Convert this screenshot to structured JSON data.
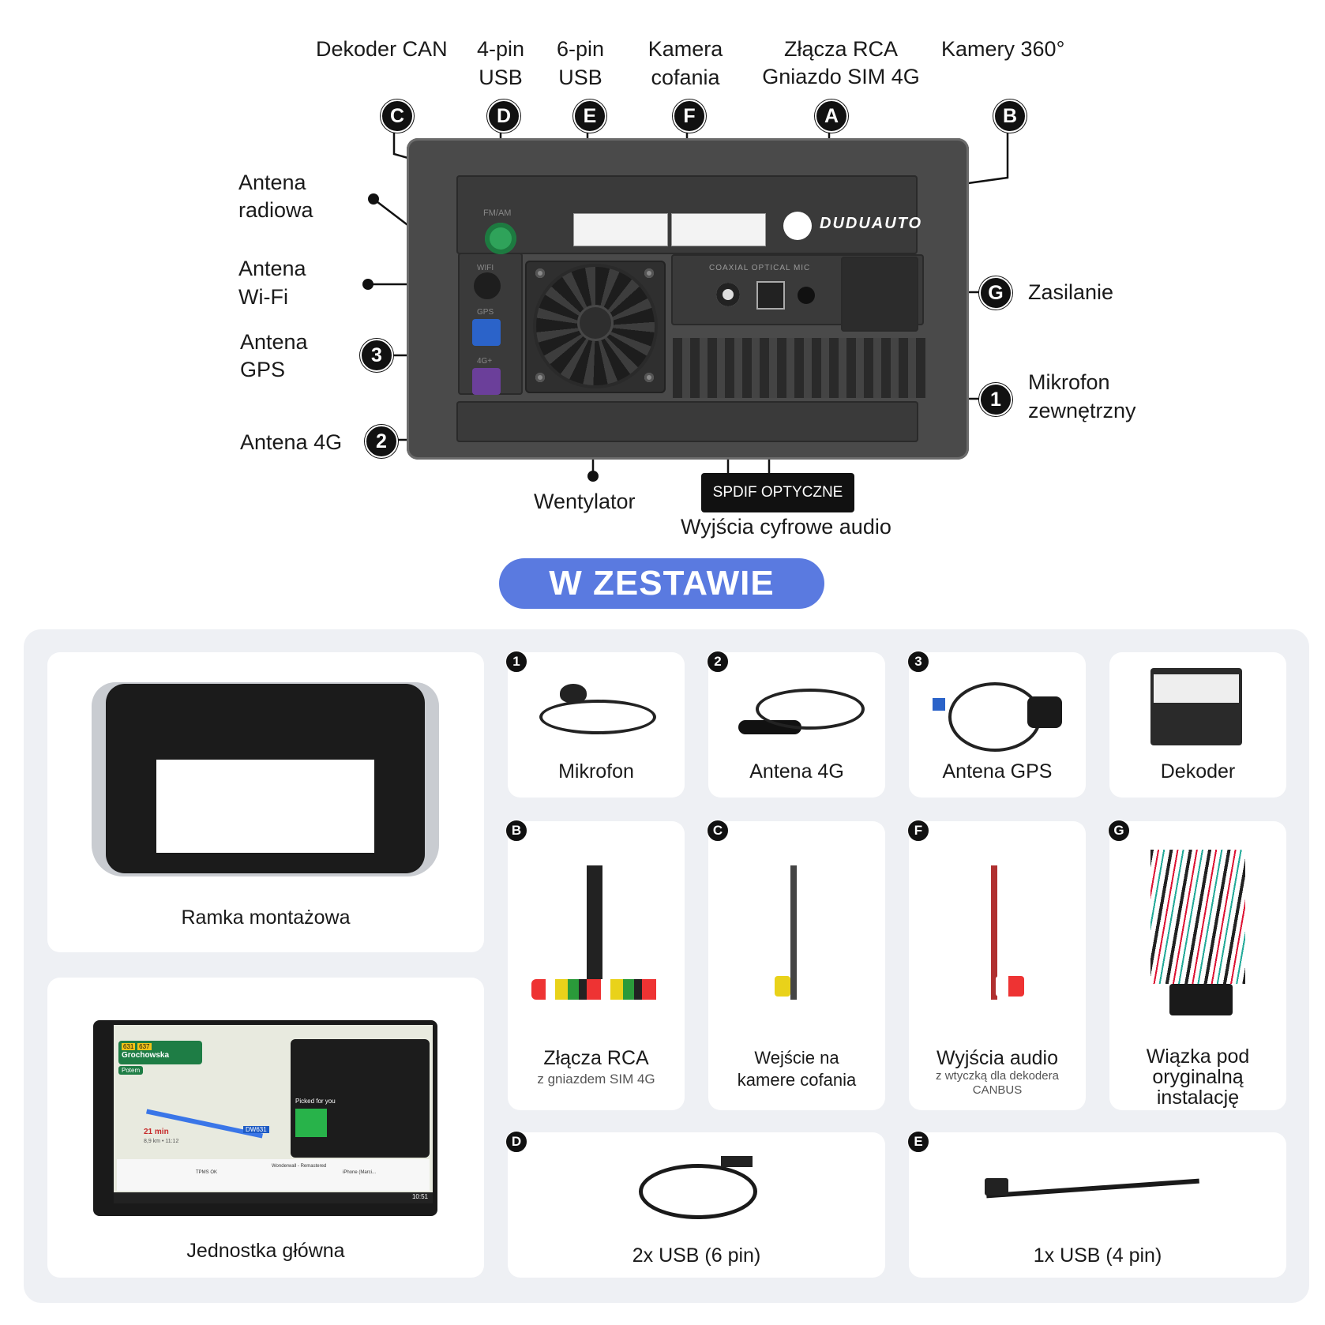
{
  "top_labels": {
    "dekoder_can": "Dekoder CAN",
    "usb4_line1": "4-pin",
    "usb4_line2": "USB",
    "usb6_line1": "6-pin",
    "usb6_line2": "USB",
    "kamera_line1": "Kamera",
    "kamera_line2": "cofania",
    "rca_line1": "Złącza RCA",
    "rca_line2": "Gniazdo SIM 4G",
    "kamery360": "Kamery 360°"
  },
  "badges": {
    "c": "C",
    "d": "D",
    "e": "E",
    "f": "F",
    "a": "A",
    "b": "B",
    "g": "G",
    "n1": "1",
    "n2": "2",
    "n3": "3"
  },
  "side_labels": {
    "antena_radiowa_1": "Antena",
    "antena_radiowa_2": "radiowa",
    "antena_wifi_1": "Antena",
    "antena_wifi_2": "Wi-Fi",
    "antena_gps_1": "Antena",
    "antena_gps_2": "GPS",
    "antena_4g": "Antena 4G",
    "zasilanie": "Zasilanie",
    "mikrofon_1": "Mikrofon",
    "mikrofon_2": "zewnętrzny",
    "wentylator": "Wentylator",
    "spdif": "SPDIF OPTYCZNE",
    "wyjscia_cyfrowe": "Wyjścia cyfrowe audio"
  },
  "device": {
    "brand": "DUDUAUTO",
    "port_label_fm": "FM/AM",
    "port_label_wifi": "WIFI",
    "port_label_gps": "GPS",
    "port_label_4g": "4G+",
    "port_label_audio": "COAXIAL OPTICAL MIC"
  },
  "section_title": "W ZESTAWIE",
  "kit": {
    "ramka": "Ramka montażowa",
    "jednostka": "Jednostka główna",
    "mikrofon": "Mikrofon",
    "antena4g": "Antena 4G",
    "antenagps": "Antena GPS",
    "dekoder": "Dekoder",
    "rca_title": "Złącza RCA",
    "rca_sub": "z gniazdem SIM 4G",
    "kamera_1": "Wejście na",
    "kamera_2": "kamere cofania",
    "audio_title": "Wyjścia audio",
    "audio_sub_1": "z wtyczką dla dekodera",
    "audio_sub_2": "CANBUS",
    "wiazka_1": "Wiązka pod",
    "wiazka_2": "oryginalną",
    "wiazka_3": "instalację",
    "usb6": "2x USB (6 pin)",
    "usb4": "1x USB (4 pin)"
  },
  "screen": {
    "street": "Grochowska",
    "route_a": "631",
    "route_b": "637",
    "next": "Potem",
    "eta": "21 min",
    "eta_sub": "8,9 km • 11:12",
    "road": "DW631",
    "tpms": "TPMS OK",
    "song": "Wonderwall - Remastered",
    "phone": "iPhone (Marci...",
    "time": "10:51",
    "picked": "Picked for you"
  },
  "colors": {
    "accent": "#5a7ae0",
    "panel": "#eef0f4",
    "device": "#4a4a4a",
    "badge": "#111111"
  }
}
